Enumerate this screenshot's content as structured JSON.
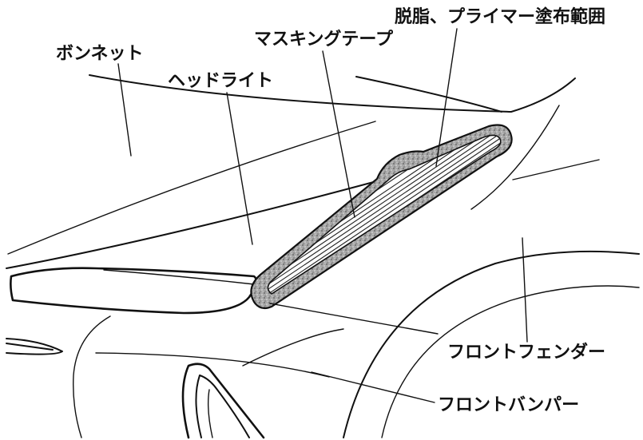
{
  "labels": {
    "bonnet": "ボンネット",
    "headlight": "ヘッドライト",
    "masking_tape": "マスキングテープ",
    "primer_area": "脱脂、プライマー塗布範囲",
    "front_fender": "フロントフェンダー",
    "front_bumper": "フロントバンパー"
  },
  "colors": {
    "line": "#111111",
    "tape_fill": "#9a9a9a",
    "background": "#ffffff"
  }
}
